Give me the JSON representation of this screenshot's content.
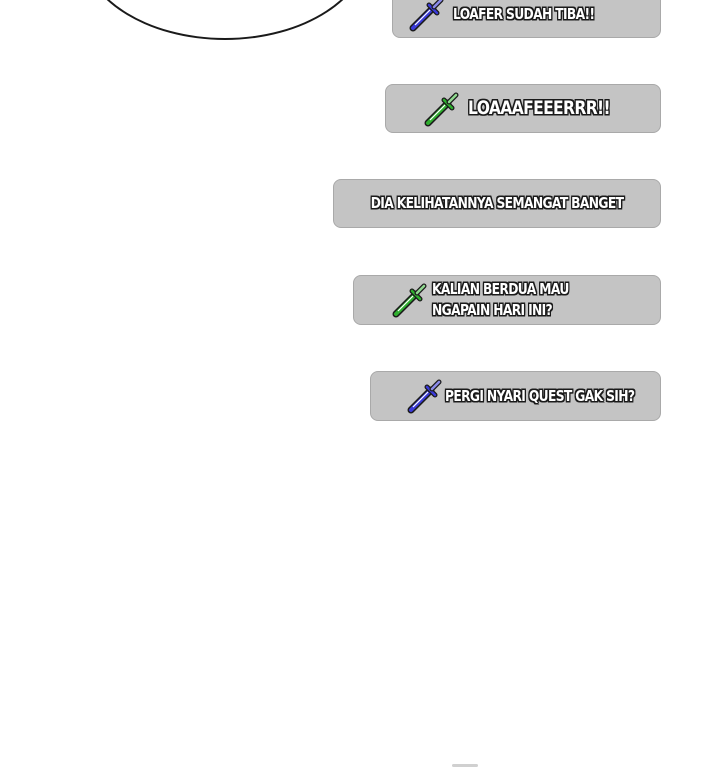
{
  "messages": [
    {
      "text": "LOAFER SUDAH TIBA!!",
      "icon": "blue-sword-icon",
      "icon_color": "#3a3ad8"
    },
    {
      "text": "LOAAAFEEERRR!!",
      "icon": "green-sword-icon",
      "icon_color": "#2fae2f"
    },
    {
      "text": "DIA KELIHATANNYA SEMANGAT BANGET",
      "icon": null
    },
    {
      "text": "KALIAN BERDUA MAU NGAPAIN HARI INI?",
      "icon": "green-sword-icon",
      "icon_color": "#2fae2f"
    },
    {
      "text": "PERGI NYARI QUEST GAK SIH?",
      "icon": "blue-sword-icon",
      "icon_color": "#3a3ad8"
    }
  ],
  "colors": {
    "box_bg": "#c4c4c4",
    "text_fill": "#ffffff",
    "text_outline": "#1a1a1a",
    "blue_sword": "#3a3ad8",
    "green_sword": "#2fae2f"
  }
}
